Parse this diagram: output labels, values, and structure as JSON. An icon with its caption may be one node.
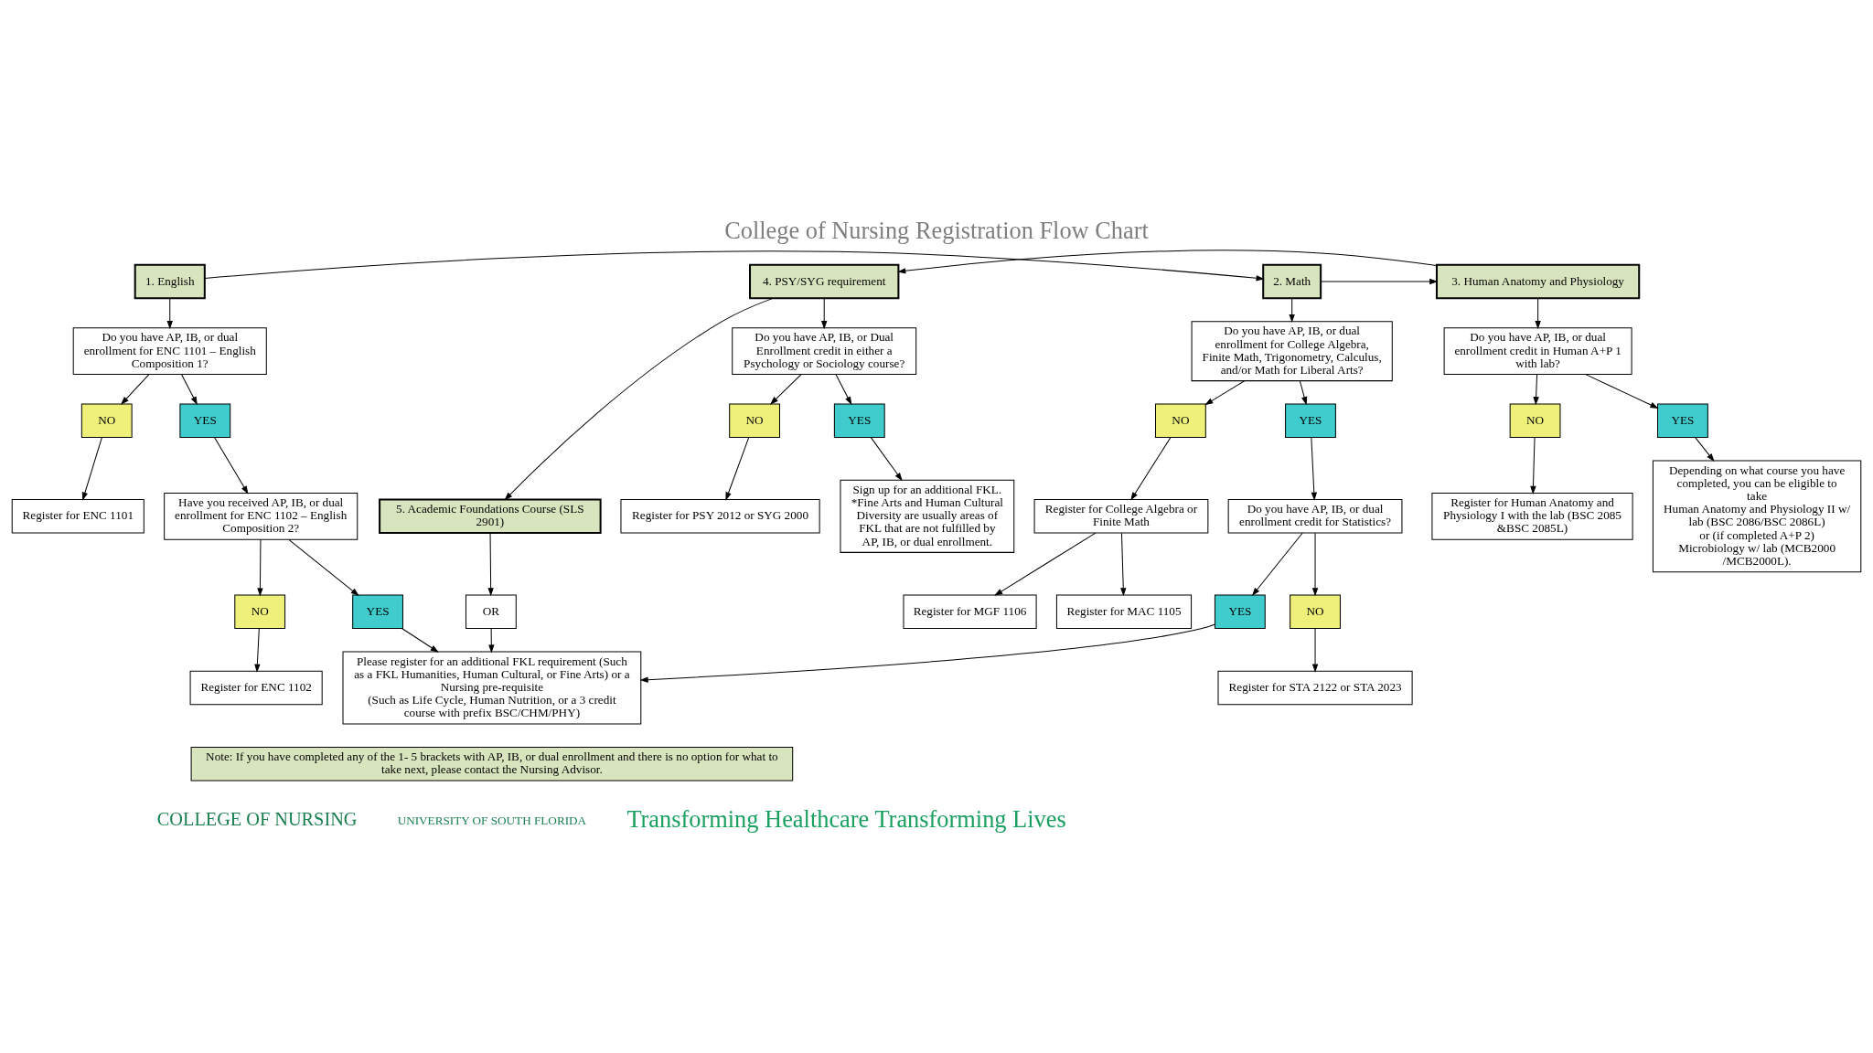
{
  "diagram": {
    "title": "College of Nursing Registration Flow Chart",
    "nodes": [
      {
        "text": [
          "1. English"
        ]
      },
      {
        "text": [
          "Do you have AP, IB, or dual enrollment for ENC 1101 – English Composition 1?"
        ]
      },
      {
        "text": [
          "NO"
        ]
      },
      {
        "text": [
          "YES"
        ]
      },
      {
        "text": [
          "Register for ENC 1101"
        ]
      },
      {
        "text": [
          "Have you received AP, IB, or dual enrollment for ENC 1102 – English Composition 2?"
        ]
      },
      {
        "text": [
          "NO"
        ]
      },
      {
        "text": [
          "YES"
        ]
      },
      {
        "text": [
          "Register for ENC 1102"
        ]
      },
      {
        "text": [
          "2. Math"
        ]
      },
      {
        "text": [
          "Do you have AP, IB, or dual enrollment for College Algebra, Finite Math, Trigonometry, Calculus, and/or Math for Liberal Arts?"
        ]
      },
      {
        "text": [
          "NO"
        ]
      },
      {
        "text": [
          "YES"
        ]
      },
      {
        "text": [
          "Register for College Algebra or Finite Math"
        ]
      },
      {
        "text": [
          "Register for MAC 1105"
        ]
      },
      {
        "text": [
          "Register for MGF 1106"
        ]
      },
      {
        "text": [
          "Do you have AP, IB, or dual enrollment credit for Statistics?"
        ]
      },
      {
        "text": [
          "YES"
        ]
      },
      {
        "text": [
          "NO"
        ]
      },
      {
        "text": [
          "Register for STA 2122 or STA 2023"
        ]
      },
      {
        "text": [
          "3. Human Anatomy and Physiology"
        ]
      },
      {
        "text": [
          "Do you have AP, IB, or dual enrollment credit in Human A+P 1 with lab?"
        ]
      },
      {
        "text": [
          "NO"
        ]
      },
      {
        "text": [
          "YES"
        ]
      },
      {
        "text": [
          "Register for Human Anatomy and Physiology I with the lab (BSC 2085 &BSC 2085L)"
        ]
      },
      {
        "text": [
          "Depending on what course you have completed, you can be eligible to take",
          "Human Anatomy and Physiology II w/ lab (BSC 2086/BSC 2086L)",
          "or (if completed A+P 2)",
          "Microbiology w/ lab (MCB2000 /MCB2000L)."
        ]
      },
      {
        "text": [
          "4. PSY/SYG requirement"
        ]
      },
      {
        "text": [
          "Do you have AP, IB, or Dual Enrollment credit in either a Psychology or Sociology course?"
        ]
      },
      {
        "text": [
          "NO"
        ]
      },
      {
        "text": [
          "YES"
        ]
      },
      {
        "text": [
          "Register for PSY 2012 or SYG 2000"
        ]
      },
      {
        "text": [
          "Sign up for an additional FKL.",
          "*Fine Arts and Human Cultural Diversity are usually areas of FKL that are not fulfilled by AP, IB, or dual enrollment."
        ]
      },
      {
        "text": [
          "Please register for an additional FKL requirement (Such as a FKL Humanities, Human Cultural, or Fine Arts) or a Nursing pre-requisite",
          "(Such as Life Cycle, Human Nutrition, or a 3 credit course with prefix BSC/CHM/PHY)"
        ]
      },
      {
        "text": [
          "OR"
        ]
      },
      {
        "text": [
          "5. Academic Foundations Course (SLS 2901)"
        ]
      },
      {
        "text": [
          "Note: If you have completed any of the 1- 5 brackets with AP, IB, or dual enrollment and there is no option for what to take next, please contact the Nursing Advisor."
        ]
      }
    ],
    "edges": [
      {
        "from": 0,
        "to": 9,
        "arrow": "to"
      },
      {
        "from": 9,
        "to": 20,
        "arrow": "to"
      },
      {
        "from": 20,
        "to": 26,
        "arrow": "to"
      },
      {
        "from": 26,
        "to": 34,
        "arrow": "to"
      },
      {
        "from": 0,
        "to": 1,
        "arrow": "to"
      },
      {
        "from": 1,
        "to": 2,
        "arrow": "to"
      },
      {
        "from": 1,
        "to": 3,
        "arrow": "to"
      },
      {
        "from": 2,
        "to": 4,
        "arrow": "to"
      },
      {
        "from": 3,
        "to": 5,
        "arrow": "to"
      },
      {
        "from": 5,
        "to": 6,
        "arrow": "to"
      },
      {
        "from": 5,
        "to": 7,
        "arrow": "to"
      },
      {
        "from": 6,
        "to": 8,
        "arrow": "to"
      },
      {
        "from": 7,
        "to": 32,
        "arrow": "to"
      },
      {
        "from": 9,
        "to": 10,
        "arrow": "to"
      },
      {
        "from": 10,
        "to": 11,
        "arrow": "to"
      },
      {
        "from": 10,
        "to": 12,
        "arrow": "to"
      },
      {
        "from": 11,
        "to": 13,
        "arrow": "to"
      },
      {
        "from": 13,
        "to": 14,
        "arrow": "to"
      },
      {
        "from": 13,
        "to": 15,
        "arrow": "to"
      },
      {
        "from": 12,
        "to": 16,
        "arrow": "to"
      },
      {
        "from": 16,
        "to": 17,
        "arrow": "to"
      },
      {
        "from": 16,
        "to": 18,
        "arrow": "to"
      },
      {
        "from": 18,
        "to": 19,
        "arrow": "to"
      },
      {
        "from": 17,
        "to": 32,
        "arrow": "to"
      },
      {
        "from": 20,
        "to": 21,
        "arrow": "to"
      },
      {
        "from": 21,
        "to": 22,
        "arrow": "to"
      },
      {
        "from": 21,
        "to": 23,
        "arrow": "to"
      },
      {
        "from": 22,
        "to": 24,
        "arrow": "to"
      },
      {
        "from": 23,
        "to": 25,
        "arrow": "to"
      },
      {
        "from": 26,
        "to": 27,
        "arrow": "to"
      },
      {
        "from": 27,
        "to": 28,
        "arrow": "to"
      },
      {
        "from": 27,
        "to": 29,
        "arrow": "to"
      },
      {
        "from": 28,
        "to": 30,
        "arrow": "to"
      },
      {
        "from": 29,
        "to": 31,
        "arrow": "to"
      },
      {
        "from": 34,
        "to": 33,
        "arrow": "to"
      },
      {
        "from": 33,
        "to": 32,
        "arrow": "to"
      }
    ],
    "labels": [
      "COLLEGE OF NURSING",
      "UNIVERSITY OF SOUTH FLORIDA",
      "Transforming Healthcare Transforming Lives"
    ]
  }
}
